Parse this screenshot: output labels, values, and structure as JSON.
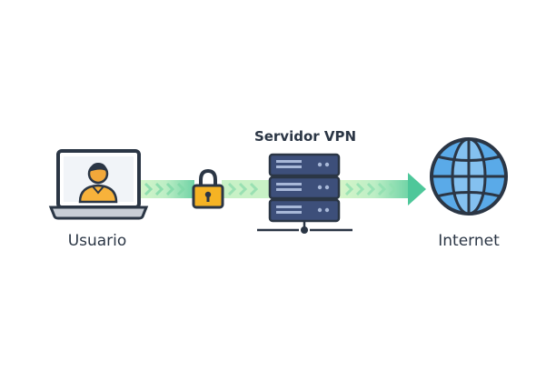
{
  "nodes": {
    "user": {
      "label": "Usuario",
      "icon": "laptop-user-icon"
    },
    "server": {
      "label": "Servidor VPN",
      "icon": "server-rack-icon"
    },
    "internet": {
      "label": "Internet",
      "icon": "globe-icon"
    }
  },
  "tunnel": {
    "icon": "padlock-icon"
  },
  "colors": {
    "outline": "#2b3645",
    "tunnel_light": "#c4f0c0",
    "tunnel_dark": "#4ec79a",
    "padlock": "#f5b324",
    "person_skin": "#f7b23b",
    "screen_bg": "#ffffff",
    "server_body": "#3d4f7a",
    "server_slot": "#a8b8d8",
    "globe_blue": "#5aaae8",
    "globe_light": "#a7d4f5",
    "laptop_base": "#c9ced6"
  }
}
